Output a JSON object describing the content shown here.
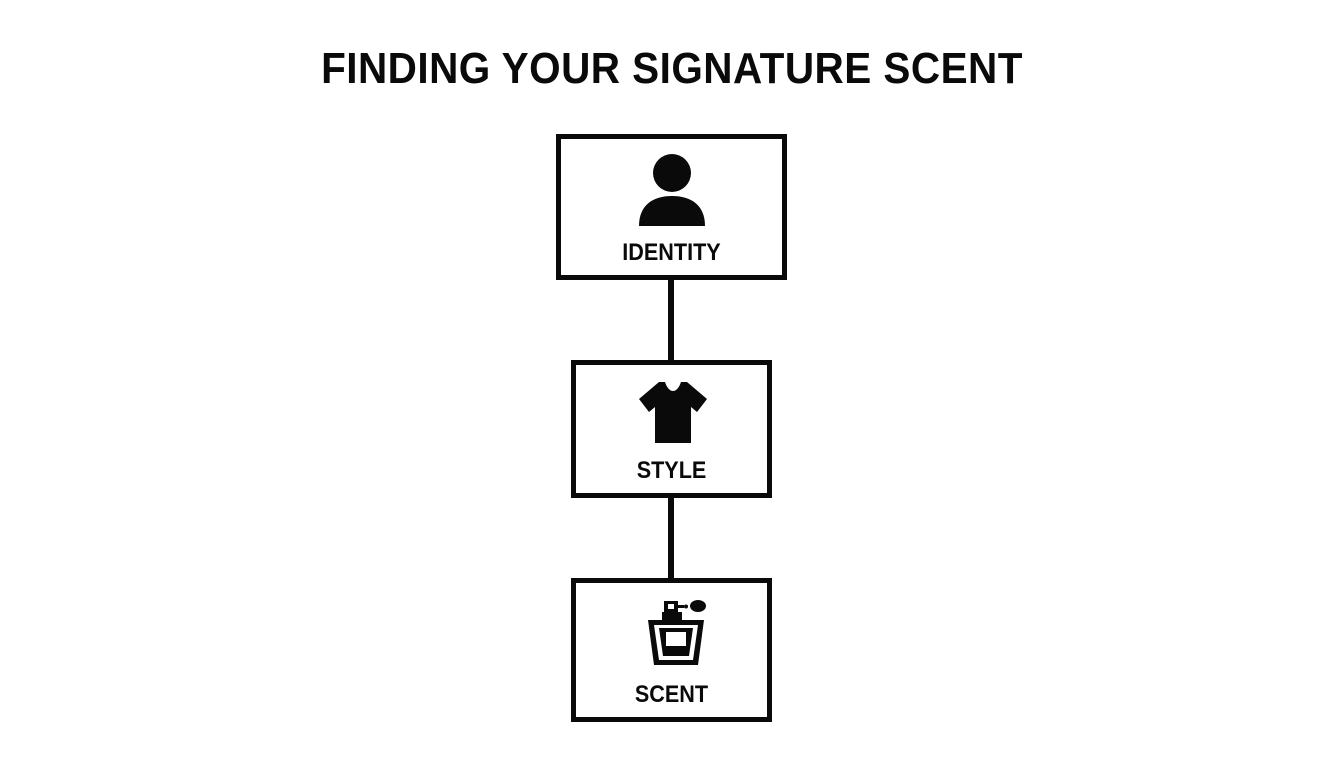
{
  "title": "FINDING YOUR SIGNATURE SCENT",
  "steps": [
    {
      "label": "IDENTITY",
      "icon": "person-icon"
    },
    {
      "label": "STYLE",
      "icon": "t-shirt-icon"
    },
    {
      "label": "SCENT",
      "icon": "perfume-bottle-icon"
    }
  ],
  "colors": {
    "line": "#0a0a0a",
    "background": "#ffffff"
  }
}
